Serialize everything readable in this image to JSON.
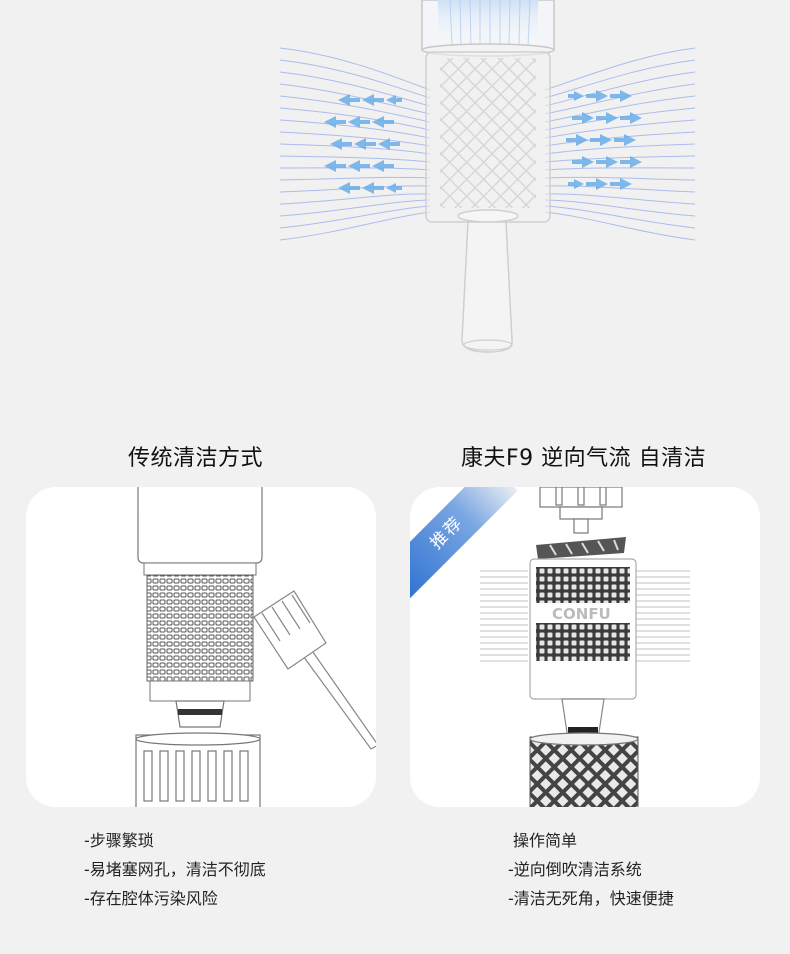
{
  "headings": {
    "traditional": "传统清洁方式",
    "confu": "康夫F9 逆向气流 自清洁"
  },
  "badge": "推荐",
  "brand_mark": "CONFU",
  "traditional_points": [
    "-步骤繁琐",
    "-易堵塞网孔，清洁不彻底",
    "-存在腔体污染风险"
  ],
  "confu_points": [
    "操作简单",
    "-逆向倒吹清洁系统",
    "-清洁无死角，快速便捷"
  ],
  "colors": {
    "background": "#f1f1f1",
    "card": "#ffffff",
    "airflow": "#7d9be8",
    "arrow": "#62a7e6",
    "badge_start": "#2a6fd1"
  }
}
